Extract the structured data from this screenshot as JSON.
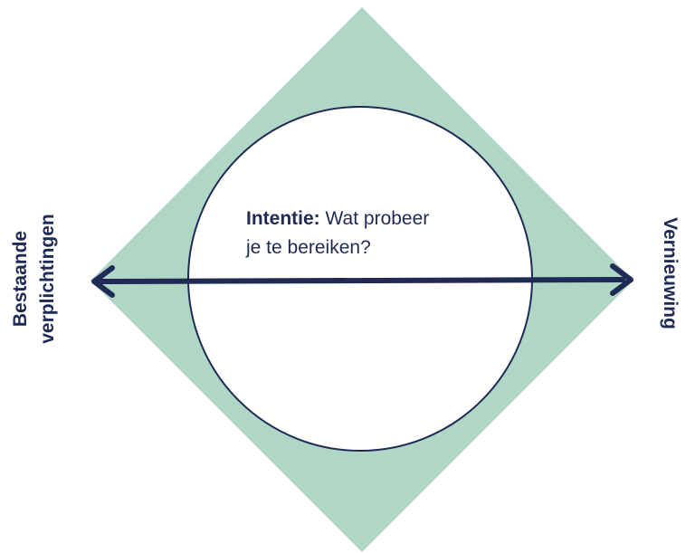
{
  "colors": {
    "diamond_fill": "#b0d6c6",
    "circle_fill": "#ffffff",
    "circle_stroke": "#1f2a55",
    "arrow": "#1f2a55",
    "text": "#1f2a55"
  },
  "center": {
    "bold": "Intentie:",
    "text_line1": "Wat probeer",
    "text_line2": "je te bereiken?"
  },
  "left_label": {
    "line1": "Bestaande",
    "line2": "verplichtingen"
  },
  "right_label": {
    "text": "Vernieuwing"
  },
  "arrow": {
    "type": "double-headed"
  }
}
